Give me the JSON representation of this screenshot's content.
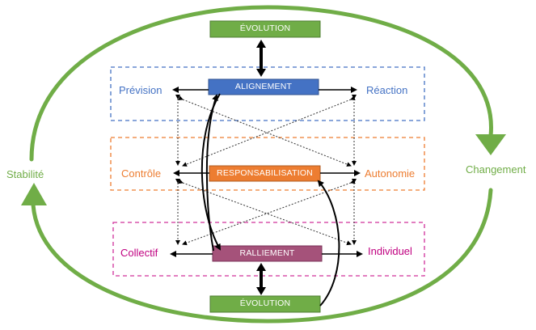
{
  "cycle": {
    "left_label": "Stabilité",
    "right_label": "Changement",
    "color": "#70ad47"
  },
  "evolution": {
    "top_label": "ÉVOLUTION",
    "bottom_label": "ÉVOLUTION",
    "color": "#70ad47"
  },
  "rows": {
    "alignment": {
      "center": "ALIGNEMENT",
      "left": "Prévision",
      "right": "Réaction",
      "color": "#4472c4"
    },
    "responsibility": {
      "center": "RESPONSABILISATION",
      "left": "Contrôle",
      "right": "Autonomie",
      "color": "#ed7d31"
    },
    "rallying": {
      "center": "RALLIEMENT",
      "left": "Collectif",
      "right": "Individuel",
      "color_label": "#c00080",
      "color_box": "#a5527a",
      "color_border": "#d0309a"
    }
  }
}
